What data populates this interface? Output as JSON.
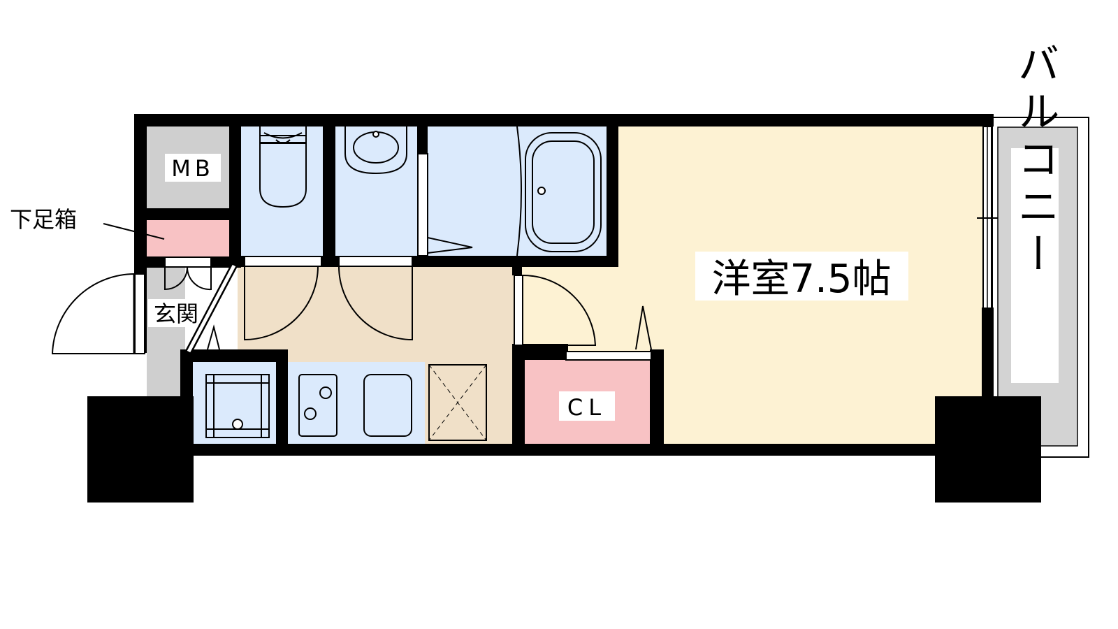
{
  "labels": {
    "mb": "MB",
    "shoe_box": "下足箱",
    "entrance": "玄関",
    "western_room": "洋室7.5帖",
    "closet": "CL",
    "balcony": "バルコニー"
  },
  "colors": {
    "wall": "#000000",
    "bedroom": "#fdf2d3",
    "kitchen_floor": "#f0e0c8",
    "wet_area": "#dbeafc",
    "closet": "#f8c2c4",
    "shoe_box": "#f8c2c4",
    "mb": "#cfcfcf",
    "entrance": "#cfcfcf",
    "balcony": "#d3d3d3"
  }
}
